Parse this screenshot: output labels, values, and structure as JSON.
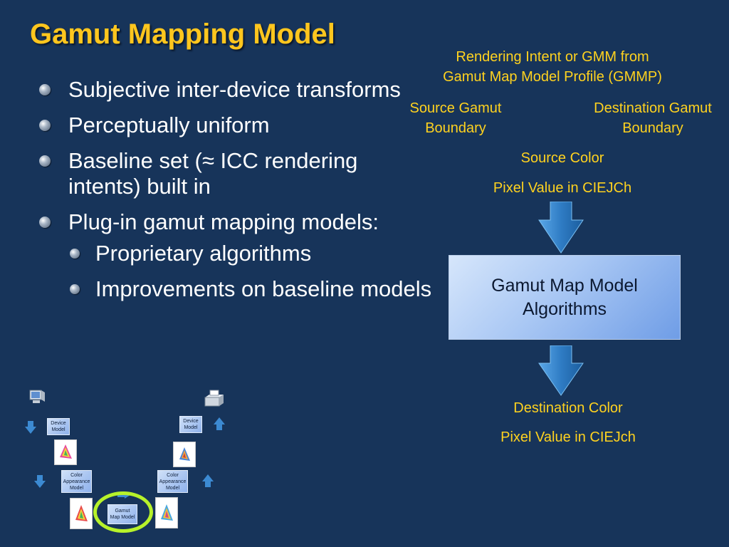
{
  "title": "Gamut Mapping Model",
  "bullets": [
    {
      "level": 1,
      "text": "Subjective inter-device transforms"
    },
    {
      "level": 1,
      "text": "Perceptually uniform"
    },
    {
      "level": 1,
      "text": "Baseline set (≈ ICC rendering intents) built in"
    },
    {
      "level": 1,
      "text": "Plug-in gamut mapping models:"
    },
    {
      "level": 2,
      "text": "Proprietary algorithms"
    },
    {
      "level": 2,
      "text": "Improvements on baseline models"
    }
  ],
  "diagram": {
    "rendering_intent_line1": "Rendering Intent or GMM from",
    "rendering_intent_line2": "Gamut Map Model Profile (GMMP)",
    "source_gamut_line1": "Source Gamut",
    "source_gamut_line2": "Boundary",
    "dest_gamut_line1": "Destination Gamut",
    "dest_gamut_line2": "Boundary",
    "source_color": "Source Color",
    "source_pixel": "Pixel Value in CIEJCh",
    "gmm_box": "Gamut Map Model\nAlgorithms",
    "dest_color": "Destination Color",
    "dest_pixel": "Pixel Value in CIEJch"
  },
  "pipeline": {
    "left_device_model": "Device\nModel",
    "left_cam": "Color\nAppearance\nModel",
    "gamut_map_model": "Gamut\nMap Model",
    "right_cam": "Color\nAppearance\nModel",
    "right_device_model": "Device\nModel",
    "monitor_icon": "monitor-icon",
    "printer_icon": "printer-icon"
  },
  "colors": {
    "background": "#17345a",
    "title": "#ffc61e",
    "diagram_text": "#ffd21f",
    "arrow": "#3c8ad2",
    "highlight_ring": "#b7f22a"
  }
}
